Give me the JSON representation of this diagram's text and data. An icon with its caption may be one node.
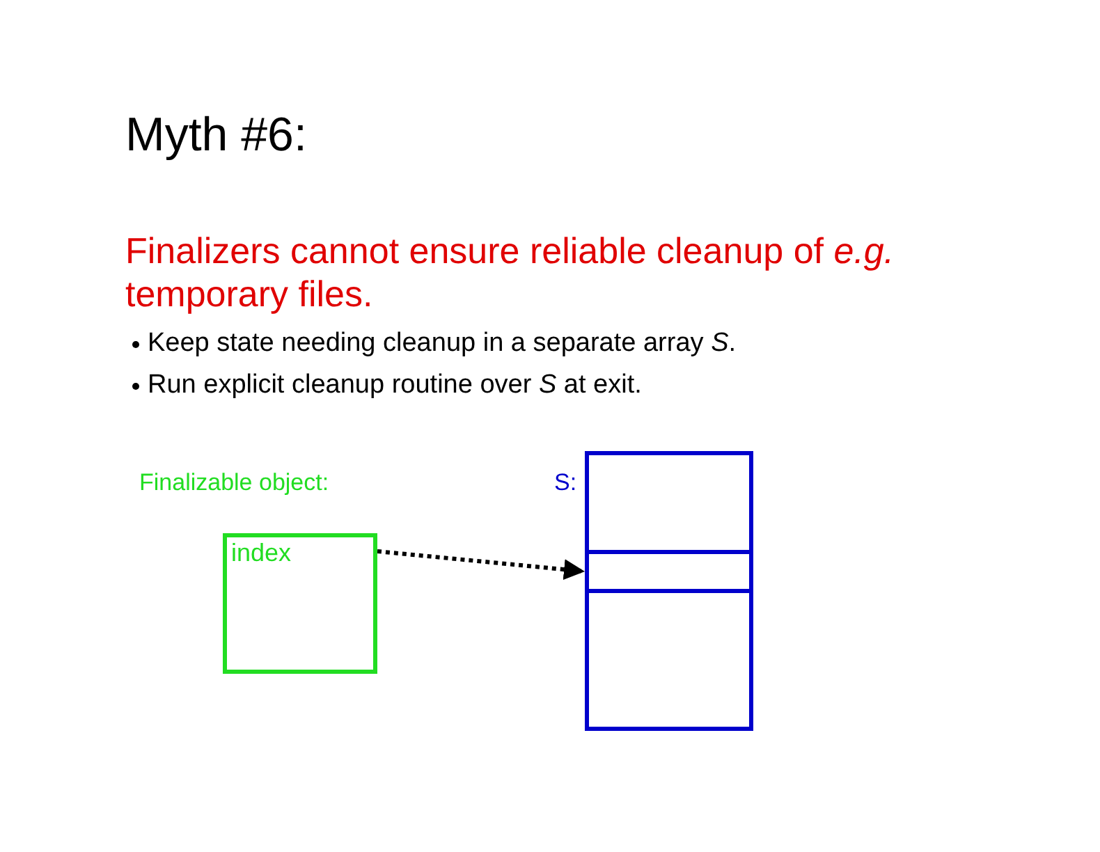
{
  "diagram": {
    "title": "Myth #6:",
    "nodes": [
      {
        "text": [
          "index"
        ]
      },
      {
        "text": [],
        "shape": "box"
      },
      {
        "text": [],
        "shape": "box",
        "in": 1
      },
      {
        "text": [],
        "shape": "box",
        "in": 1
      },
      {
        "text": [],
        "shape": "box",
        "in": 1
      }
    ],
    "edges": [
      {
        "from": 0,
        "to": 3,
        "arrow": "to",
        "style": "dashed"
      }
    ],
    "labels": [
      "Finalizers cannot ensure reliable cleanup of *e.g.* temporary files.",
      "Keep state needing cleanup in a separate array *S*.",
      "Run explicit cleanup routine over *S* at exit.",
      "Finalizable object:",
      "S:"
    ]
  }
}
